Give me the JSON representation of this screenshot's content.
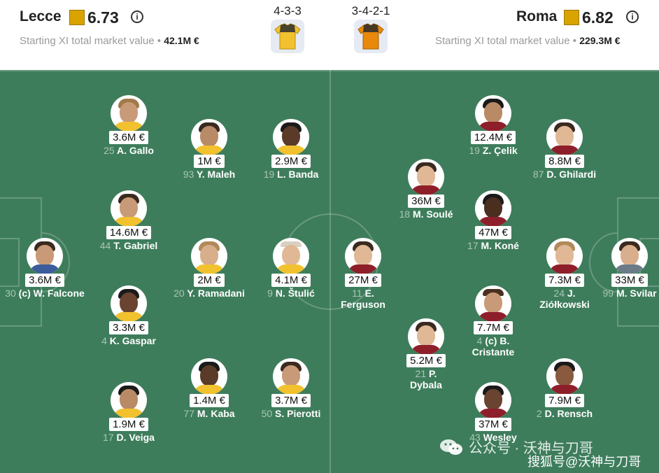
{
  "home": {
    "name": "Lecce",
    "rating": "6.73",
    "mv_label": "Starting XI total market value",
    "mv_sep": "•",
    "mv_value": "42.1M €",
    "formation": "4-3-3",
    "jersey_color": "#f2c12e"
  },
  "away": {
    "name": "Roma",
    "rating": "6.82",
    "mv_label": "Starting XI total market value",
    "mv_sep": "•",
    "mv_value": "229.3M €",
    "formation": "3-4-2-1",
    "jersey_color": "#e8890c"
  },
  "icons": {
    "info": "i"
  },
  "players": [
    {
      "value": "3.6M €",
      "num": "25",
      "name": "A. Gallo",
      "shirt": "#f2c12e",
      "team": "home"
    },
    {
      "value": "1M €",
      "num": "93",
      "name": "Y. Maleh",
      "shirt": "#f2c12e",
      "team": "home"
    },
    {
      "value": "2.9M €",
      "num": "19",
      "name": "L. Banda",
      "shirt": "#f2c12e",
      "team": "home"
    },
    {
      "value": "14.6M €",
      "num": "44",
      "name": "T. Gabriel",
      "shirt": "#f2c12e",
      "team": "home"
    },
    {
      "value": "3.6M €",
      "num": "30",
      "name": "(c) W. Falcone",
      "shirt": "#3d5c9c",
      "team": "home"
    },
    {
      "value": "2M €",
      "num": "20",
      "name": "Y. Ramadani",
      "shirt": "#f2c12e",
      "team": "home"
    },
    {
      "value": "4.1M €",
      "num": "9",
      "name": "N. Štulić",
      "shirt": "#f2c12e",
      "team": "home"
    },
    {
      "value": "3.3M €",
      "num": "4",
      "name": "K. Gaspar",
      "shirt": "#f2c12e",
      "team": "home"
    },
    {
      "value": "1.4M €",
      "num": "77",
      "name": "M. Kaba",
      "shirt": "#f2c12e",
      "team": "home"
    },
    {
      "value": "3.7M €",
      "num": "50",
      "name": "S. Pierotti",
      "shirt": "#f2c12e",
      "team": "home"
    },
    {
      "value": "1.9M €",
      "num": "17",
      "name": "D. Veiga",
      "shirt": "#f2c12e",
      "team": "home"
    },
    {
      "value": "12.4M €",
      "num": "19",
      "name": "Z. Çelik",
      "shirt": "#8e1f2a",
      "team": "away"
    },
    {
      "value": "8.8M €",
      "num": "87",
      "name": "D. Ghilardi",
      "shirt": "#8e1f2a",
      "team": "away"
    },
    {
      "value": "36M €",
      "num": "18",
      "name": "M. Soulé",
      "shirt": "#8e1f2a",
      "team": "away"
    },
    {
      "value": "47M €",
      "num": "17",
      "name": "M. Koné",
      "shirt": "#8e1f2a",
      "team": "away"
    },
    {
      "value": "27M €",
      "num": "11",
      "name": "E.",
      "name2": "Ferguson",
      "shirt": "#8e1f2a",
      "team": "away"
    },
    {
      "value": "7.3M €",
      "num": "24",
      "name": "J.",
      "name2": "Ziółkowski",
      "shirt": "#8e1f2a",
      "team": "away"
    },
    {
      "value": "33M €",
      "num": "99",
      "name": "M. Svilar",
      "shirt": "#6b7b88",
      "team": "away"
    },
    {
      "value": "7.7M €",
      "num": "4",
      "name": "(c) B.",
      "name2": "Cristante",
      "shirt": "#8e1f2a",
      "team": "away"
    },
    {
      "value": "5.2M €",
      "num": "21",
      "name": "P.",
      "name2": "Dybala",
      "shirt": "#8e1f2a",
      "team": "away"
    },
    {
      "value": "7.9M €",
      "num": "2",
      "name": "D. Rensch",
      "shirt": "#8e1f2a",
      "team": "away"
    },
    {
      "value": "37M €",
      "num": "43",
      "name": "Wesley",
      "shirt": "#8e1f2a",
      "team": "away"
    }
  ],
  "watermark": {
    "text1": "公众号 · 沃神与刀哥",
    "text2": "搜狐号@沃神与刀哥"
  }
}
